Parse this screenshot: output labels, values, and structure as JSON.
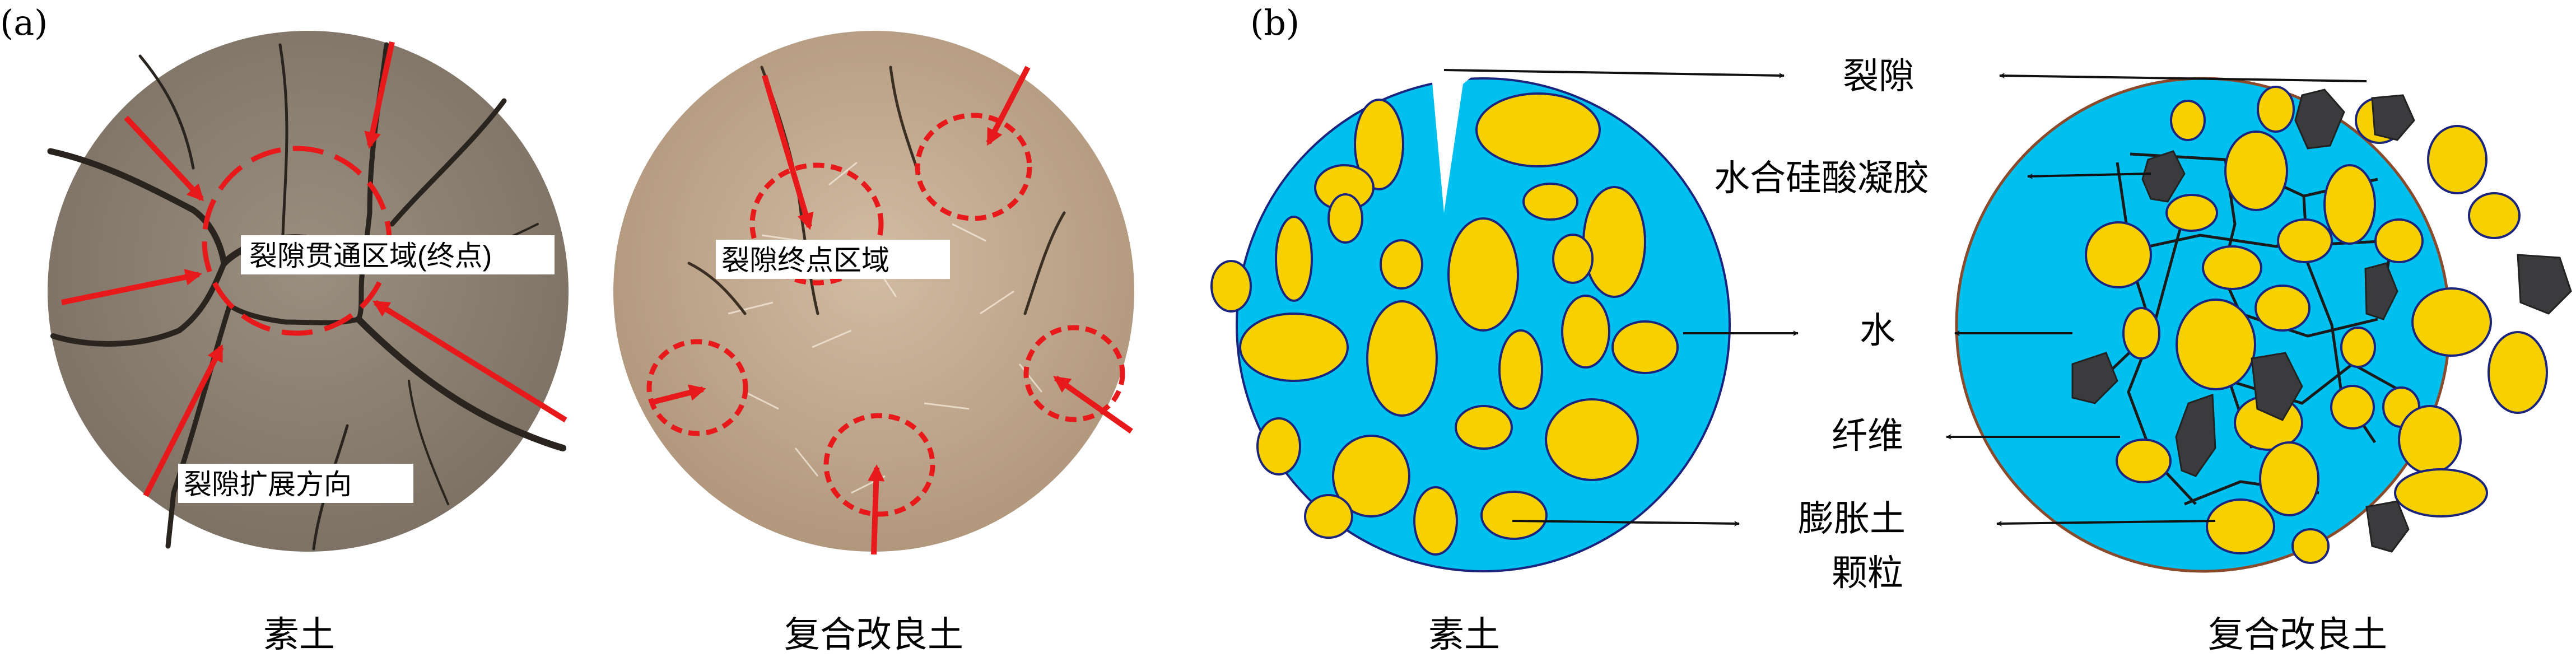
{
  "panel_a": {
    "tag": "(a)",
    "left_caption": "素土",
    "right_caption": "复合改良土",
    "left_label_connected": "裂隙贯通区域(终点)",
    "left_label_direction": "裂隙扩展方向",
    "right_label_endpoint": "裂隙终点区域"
  },
  "panel_b": {
    "tag": "(b)",
    "left_caption": "素土",
    "right_caption": "复合改良土",
    "labels": {
      "crack": "裂隙",
      "gel": "水合硅酸凝胶",
      "water": "水",
      "fiber": "纤维",
      "particle_line1": "膨胀土",
      "particle_line2": "颗粒"
    }
  },
  "colors": {
    "water": "#00c0f0",
    "particle": "#f7d000",
    "gel": "#3b3b3d",
    "arrow_red": "#e8191a",
    "soil_plain": "#8e8274",
    "soil_composite": "#c4aa8f"
  }
}
